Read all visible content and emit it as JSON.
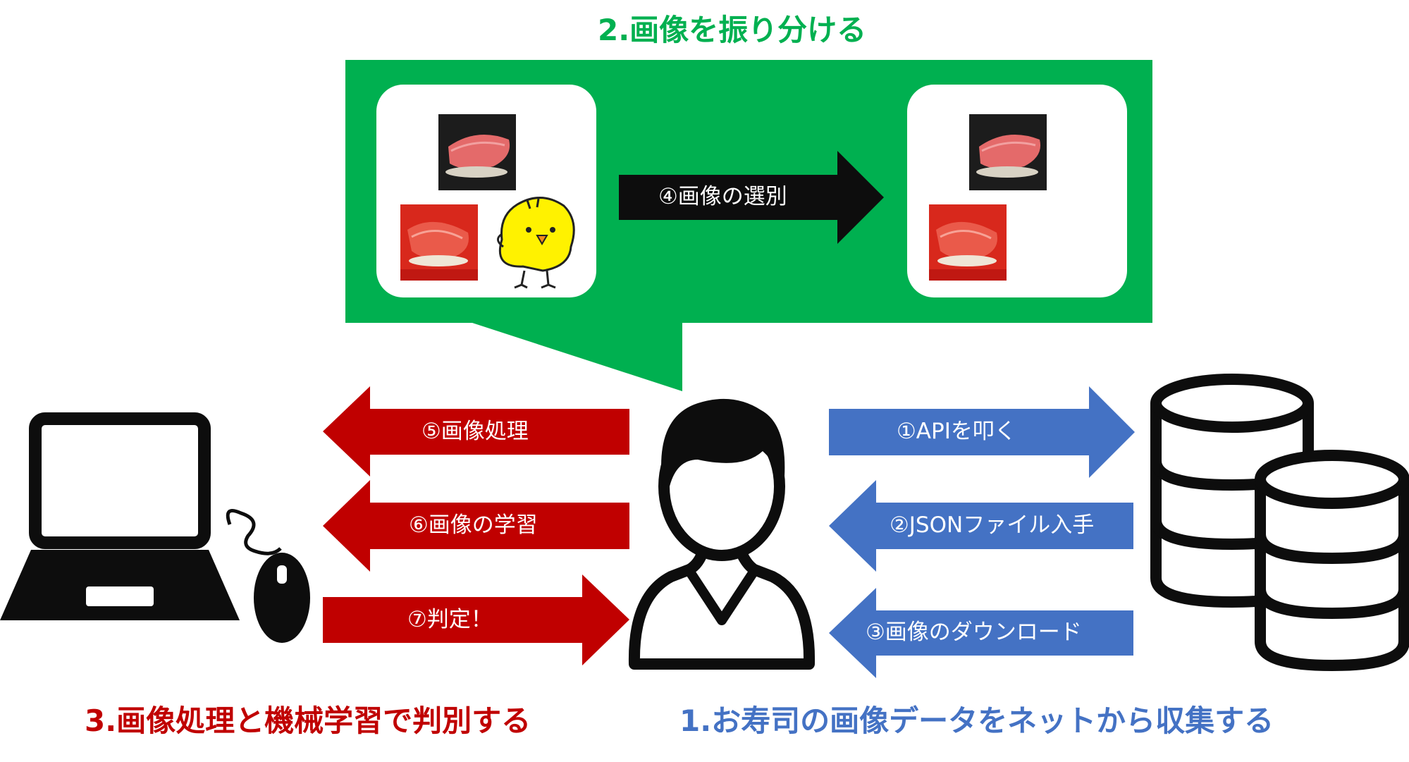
{
  "titles": {
    "sort": "2.画像を振り分ける",
    "process": "3.画像処理と機械学習で判別する",
    "collect": "1.お寿司の画像データをネットから収集する"
  },
  "arrows": {
    "select": "④画像の選別",
    "call_api": "①APIを叩く",
    "get_json": "②JSONファイル入手",
    "download": "③画像のダウンロード",
    "image_processing": "⑤画像処理",
    "learning": "⑥画像の学習",
    "judge": "⑦判定！"
  },
  "colors": {
    "green": "#00b050",
    "red": "#c00000",
    "blue": "#4472c4",
    "black": "#0d0d0d"
  }
}
